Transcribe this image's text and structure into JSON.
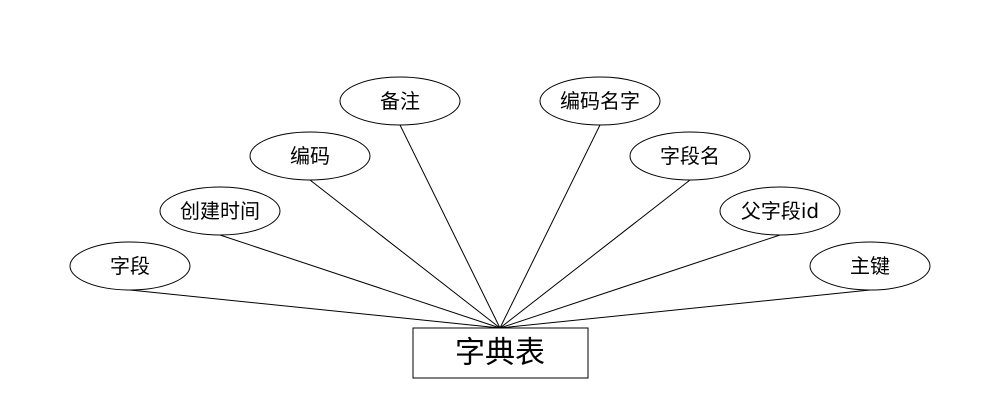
{
  "entity": {
    "label": "字典表"
  },
  "attributes": [
    {
      "id": "ziduan",
      "label": "字段"
    },
    {
      "id": "chuangjianshijian",
      "label": "创建时间"
    },
    {
      "id": "bianma",
      "label": "编码"
    },
    {
      "id": "beizhu",
      "label": "备注"
    },
    {
      "id": "bianmamingzi",
      "label": "编码名字"
    },
    {
      "id": "ziduanming",
      "label": "字段名"
    },
    {
      "id": "fuziduanid",
      "label": "父字段id"
    },
    {
      "id": "zhujian",
      "label": "主键"
    }
  ],
  "colors": {
    "stroke": "#000000",
    "background": "#ffffff"
  }
}
